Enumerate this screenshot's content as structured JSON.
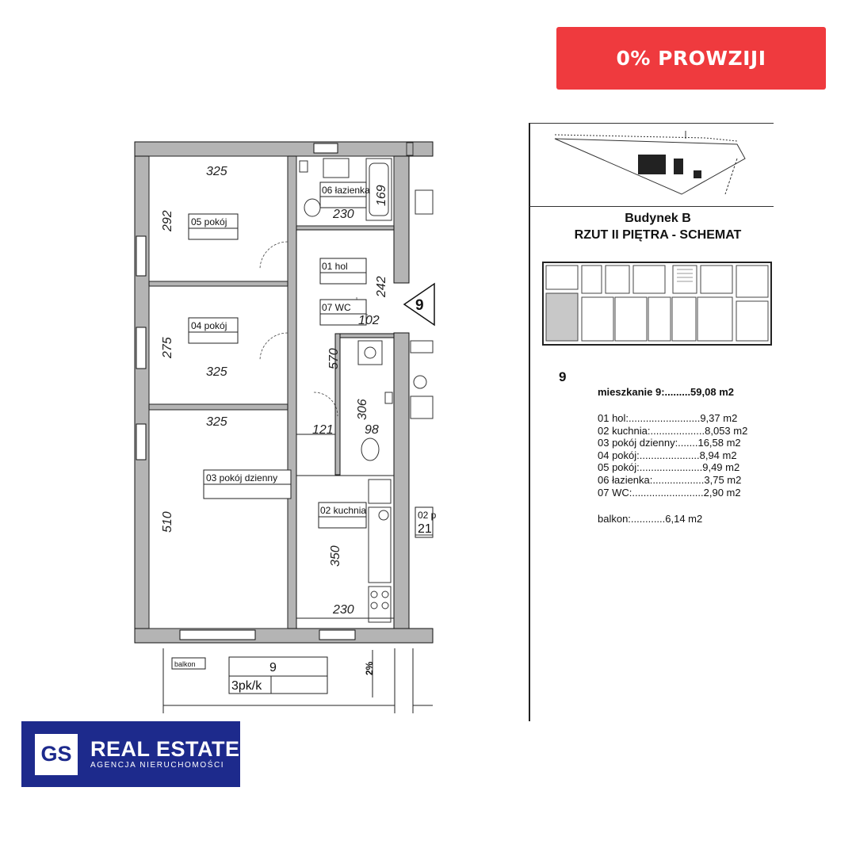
{
  "badge": {
    "label": "0% PROWZIJI"
  },
  "plan": {
    "rooms": [
      {
        "key": "room05",
        "label": "05 pokój"
      },
      {
        "key": "room04",
        "label": "04 pokój"
      },
      {
        "key": "room03",
        "label": "03 pokój dzienny"
      },
      {
        "key": "room06",
        "label": "06 łazienka"
      },
      {
        "key": "room01",
        "label": "01 hol"
      },
      {
        "key": "room07",
        "label": "07 WC"
      },
      {
        "key": "room02",
        "label": "02 kuchnia"
      },
      {
        "key": "balkon",
        "label": "balkon"
      }
    ],
    "dimensions": {
      "d325a": "325",
      "d292": "292",
      "d275": "275",
      "d325b": "325",
      "d325c": "325",
      "d510": "510",
      "d230a": "230",
      "d169": "169",
      "d242": "242",
      "d570": "570",
      "d102": "102",
      "d306": "306",
      "d121": "121",
      "d98": "98",
      "d350": "350",
      "d230b": "230"
    },
    "unit_marker": "9",
    "unit_box_number": "9",
    "unit_box_type": "3pk/k",
    "slope": "2%",
    "neighbor_label": "02 p",
    "neighbor_value": "21"
  },
  "info": {
    "building": "Budynek B",
    "floor_plan": "RZUT II PIĘTRA - SCHEMAT",
    "unit_number": "9",
    "summary": "mieszkanie  9:.........59,08 m2",
    "rooms": [
      "01 hol:.........................9,37 m2",
      "02 kuchnia:...................8,053 m2",
      "03 pokój dzienny:.......16,58 m2",
      "04 pokój:.....................8,94 m2",
      "05 pokój:......................9,49 m2",
      "06 łazienka:..................3,75 m2",
      "07 WC:.........................2,90 m2"
    ],
    "balcony": "balkon:............6,14 m2"
  },
  "logo": {
    "initials": "GS",
    "name": "REAL ESTATE",
    "tagline": "AGENCJA NIERUCHOMOŚCI"
  },
  "colors": {
    "badge": "#ef3a3e",
    "logo_bg": "#1d2a8c",
    "wall": "#b4b4b4"
  }
}
